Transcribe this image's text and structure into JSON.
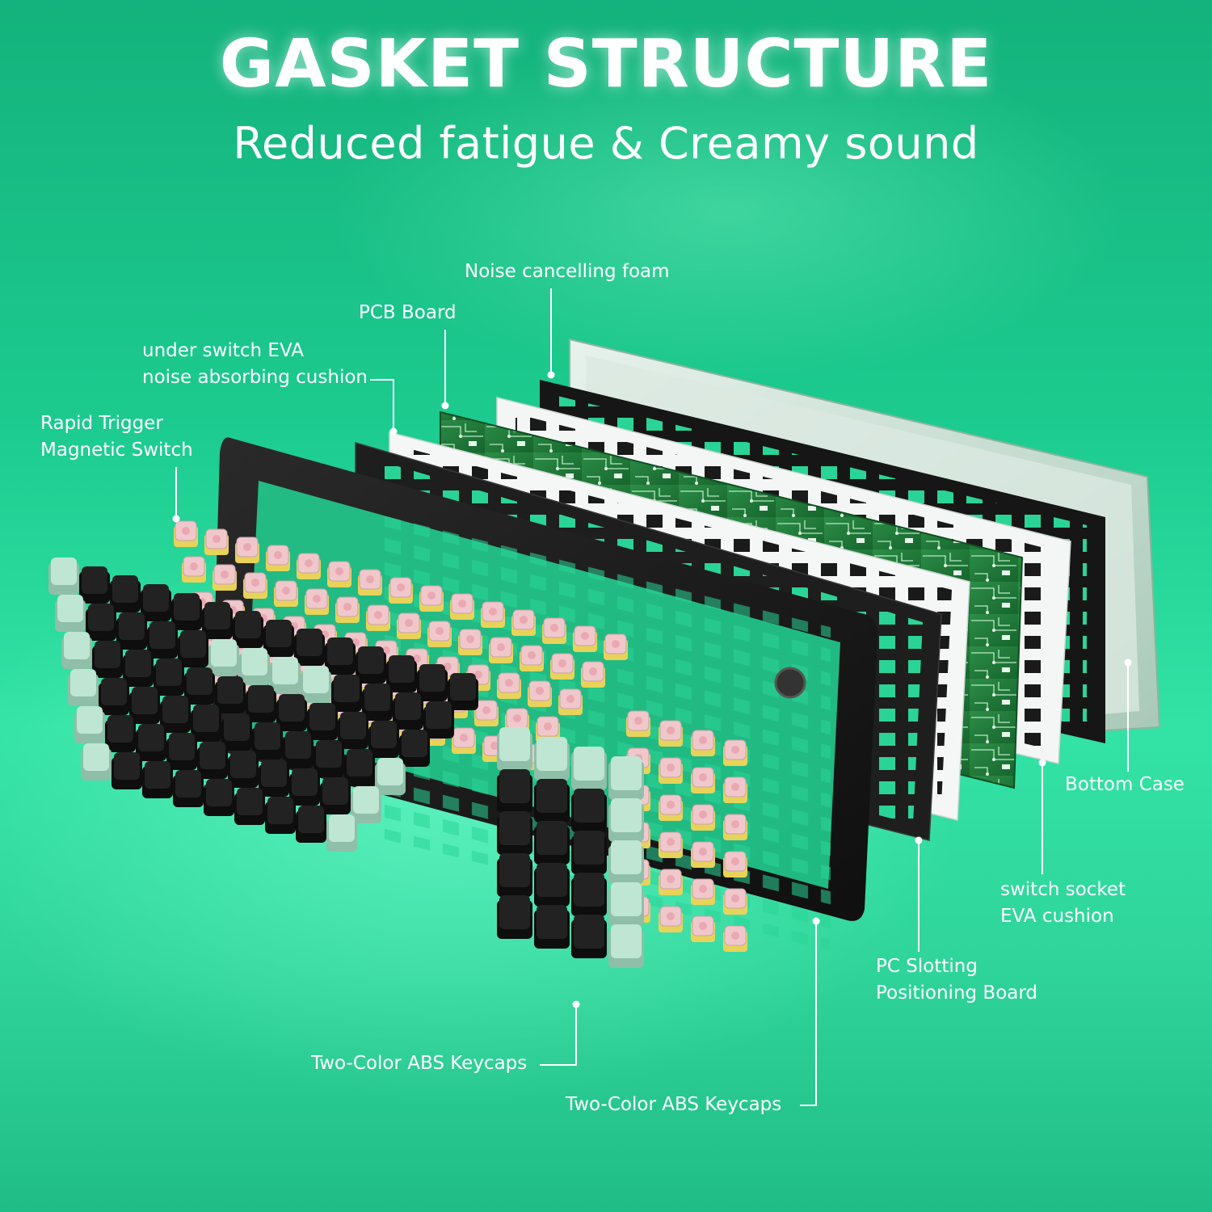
{
  "header": {
    "title": "GASKET STRUCTURE",
    "subtitle": "Reduced fatigue & Creamy sound"
  },
  "labels": {
    "noise_foam": "Noise cancelling foam",
    "pcb_board": "PCB Board",
    "eva_cushion_line1": "under switch EVA",
    "eva_cushion_line2": "noise absorbing cushion",
    "switch_line1": "Rapid Trigger",
    "switch_line2": "Magnetic Switch",
    "bottom_case": "Bottom Case",
    "socket_line1": "switch socket",
    "socket_line2": "EVA cushion",
    "pc_board_line1": "PC Slotting",
    "pc_board_line2": "Positioning Board",
    "keycaps_left": "Two-Color ABS Keycaps",
    "keycaps_right": "Two-Color ABS Keycaps"
  },
  "colors": {
    "background": "#1ccb8f",
    "case": "#cfe3d8",
    "pcb": "#1f7a3a",
    "frame_black": "#1b1b1b",
    "keycap_black": "#222222",
    "keycap_mint": "#bfe6d3",
    "switch_pink": "#f0c8cc",
    "switch_yellow": "#e8d35a"
  }
}
